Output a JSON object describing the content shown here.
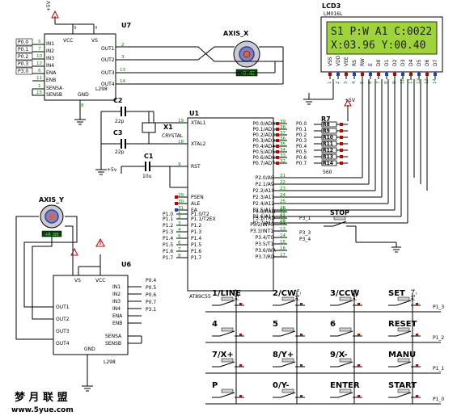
{
  "lcd": {
    "ref": "LCD3",
    "part": "LM016L",
    "line1": "S1 P:W A1 C:0022",
    "line2": "X:03.96 Y:00.40",
    "pins": [
      "VSS",
      "VDD",
      "VEE",
      "RS",
      "RW",
      "E",
      "D0",
      "D1",
      "D2",
      "D3",
      "D4",
      "D5",
      "D6",
      "D7"
    ],
    "pin_numbers": [
      "1",
      "2",
      "3",
      "4",
      "5",
      "6",
      "7",
      "8",
      "9",
      "10",
      "11",
      "12",
      "13",
      "14"
    ]
  },
  "u7": {
    "ref": "U7",
    "part": "L298",
    "inputs": [
      "P0.0",
      "P0.1",
      "P0.2",
      "P0.3",
      "P3.0"
    ],
    "pins_left": [
      "IN1",
      "IN2",
      "IN3",
      "IN4",
      "ENA",
      "ENB"
    ],
    "pins_bottom": [
      "SENSA",
      "SENSB"
    ],
    "pins_right": [
      "OUT1",
      "OUT2",
      "OUT3",
      "OUT4"
    ],
    "pins_top": [
      "VCC",
      "VS",
      "GND"
    ],
    "num_left": [
      "5",
      "7",
      "10",
      "12",
      "6",
      "11",
      "1",
      "15"
    ],
    "num_right": [
      "2",
      "3",
      "13",
      "14"
    ],
    "num_top": [
      "9",
      "4",
      "8"
    ],
    "supply": "+5V"
  },
  "axis_x": {
    "label": "AXIS_X",
    "reading": "-0.42"
  },
  "axis_y": {
    "label": "AXIS_Y",
    "reading": "+0.00"
  },
  "u1": {
    "ref": "U1",
    "part": "AT89C55",
    "left_pins": [
      "XTAL1",
      "XTAL2",
      "RST",
      "PSEN",
      "ALE",
      "EA",
      "P1.0/T2",
      "P1.1/T2EX",
      "P1.2",
      "P1.3",
      "P1.4",
      "P1.5",
      "P1.6",
      "P1.7"
    ],
    "left_nums": [
      "19",
      "18",
      "9",
      "29",
      "30",
      "31",
      "1",
      "2",
      "3",
      "4",
      "5",
      "6",
      "7",
      "8"
    ],
    "right_pins": [
      "P0.0/AD0",
      "P0.1/AD1",
      "P0.2/AD2",
      "P0.3/AD3",
      "P0.4/AD4",
      "P0.5/AD5",
      "P0.6/AD6",
      "P0.7/AD7",
      "P2.0/A8",
      "P2.1/A9",
      "P2.2/A10",
      "P2.3/A11",
      "P2.4/A12",
      "P2.5/A13",
      "P2.6/A14",
      "P2.7/A15",
      "P3.0/RXD",
      "P3.1/TXD",
      "P3.2/INT0",
      "P3.3/INT1",
      "P3.4/T0",
      "P3.5/T1",
      "P3.6/WR",
      "P3.7/RD"
    ],
    "right_nums": [
      "39",
      "38",
      "37",
      "36",
      "35",
      "34",
      "33",
      "32",
      "21",
      "22",
      "23",
      "24",
      "25",
      "26",
      "27",
      "28",
      "10",
      "11",
      "12",
      "13",
      "14",
      "15",
      "16",
      "17"
    ],
    "p0_labels": [
      "P0.0",
      "P0.1",
      "P0.2",
      "P0.3",
      "P0.4",
      "P0.5",
      "P0.6",
      "P0.7"
    ],
    "p1_labels": [
      "P1.0",
      "P1.1",
      "P1.2",
      "P1.3",
      "P1.4",
      "P1.5",
      "P1.6",
      "P1.7"
    ],
    "p3_labels": [
      "P3_1",
      "P3_3",
      "P3_4"
    ]
  },
  "passives": {
    "c2": {
      "ref": "C2",
      "value": "22p"
    },
    "c3": {
      "ref": "C3",
      "value": "22p"
    },
    "c1": {
      "ref": "C1",
      "value": "10u"
    },
    "x1": {
      "ref": "X1",
      "value": "CRYSTAL"
    },
    "r7": {
      "ref": "R7",
      "value": "560",
      "resistors": [
        "R8",
        "R9",
        "R10",
        "R11",
        "R12",
        "R13",
        "R14"
      ]
    },
    "supply_5v": "+5V",
    "supply_5v_small": "+5v"
  },
  "stop": {
    "label": "STOP"
  },
  "u6": {
    "ref": "U6",
    "part": "L298",
    "inputs": [
      "P0.4",
      "P0.5",
      "P0.6",
      "P0.7",
      "P3.1"
    ],
    "pins_left": [
      "OUT1",
      "OUT2",
      "OUT3",
      "OUT4"
    ],
    "pins_right": [
      "IN1",
      "IN2",
      "IN3",
      "IN4",
      "ENA",
      "ENB",
      "SENSA",
      "SENSB"
    ],
    "pins_top": [
      "VS",
      "VCC",
      "GND"
    ]
  },
  "keypad": {
    "rows": [
      [
        "1/LINE",
        "2/CW",
        "3/CCW",
        "SET"
      ],
      [
        "4",
        "5",
        "6",
        "RESET"
      ],
      [
        "7/X+",
        "8/Y+",
        "9/X-",
        "MANU"
      ],
      [
        "P",
        "0/Y-",
        "ENTER",
        "START"
      ]
    ],
    "row_labels": [
      "P1_3",
      "P1_2",
      "P1_1",
      "P1_0"
    ],
    "col_labels": [
      "P1_7",
      "P1_6",
      "P1_5",
      "P1_4"
    ]
  },
  "watermark": {
    "cn": "梦 月 联 盟",
    "url": "www.5yue.com"
  }
}
